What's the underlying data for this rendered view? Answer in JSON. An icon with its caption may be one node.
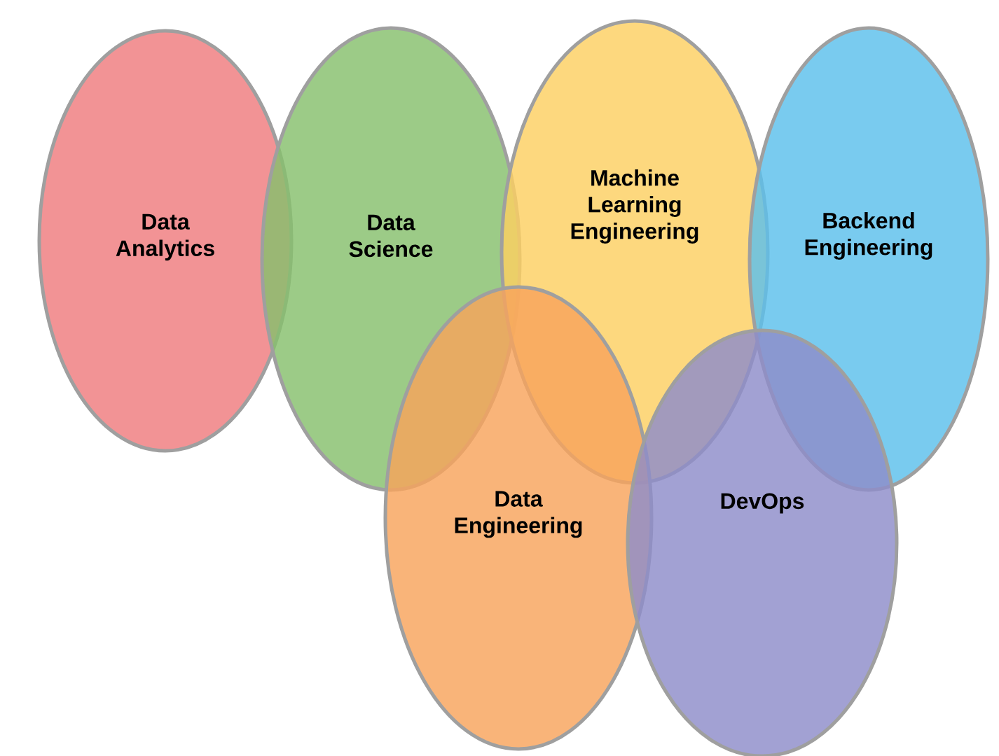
{
  "diagram": {
    "nodes": [
      {
        "text": [
          "Data Analytics"
        ]
      },
      {
        "text": [
          "Data Science"
        ]
      },
      {
        "text": [
          "Machine Learning Engineering"
        ]
      },
      {
        "text": [
          "Backend Engineering"
        ]
      },
      {
        "text": [
          "Data Engineering"
        ]
      },
      {
        "text": [
          "DevOps"
        ]
      }
    ]
  }
}
